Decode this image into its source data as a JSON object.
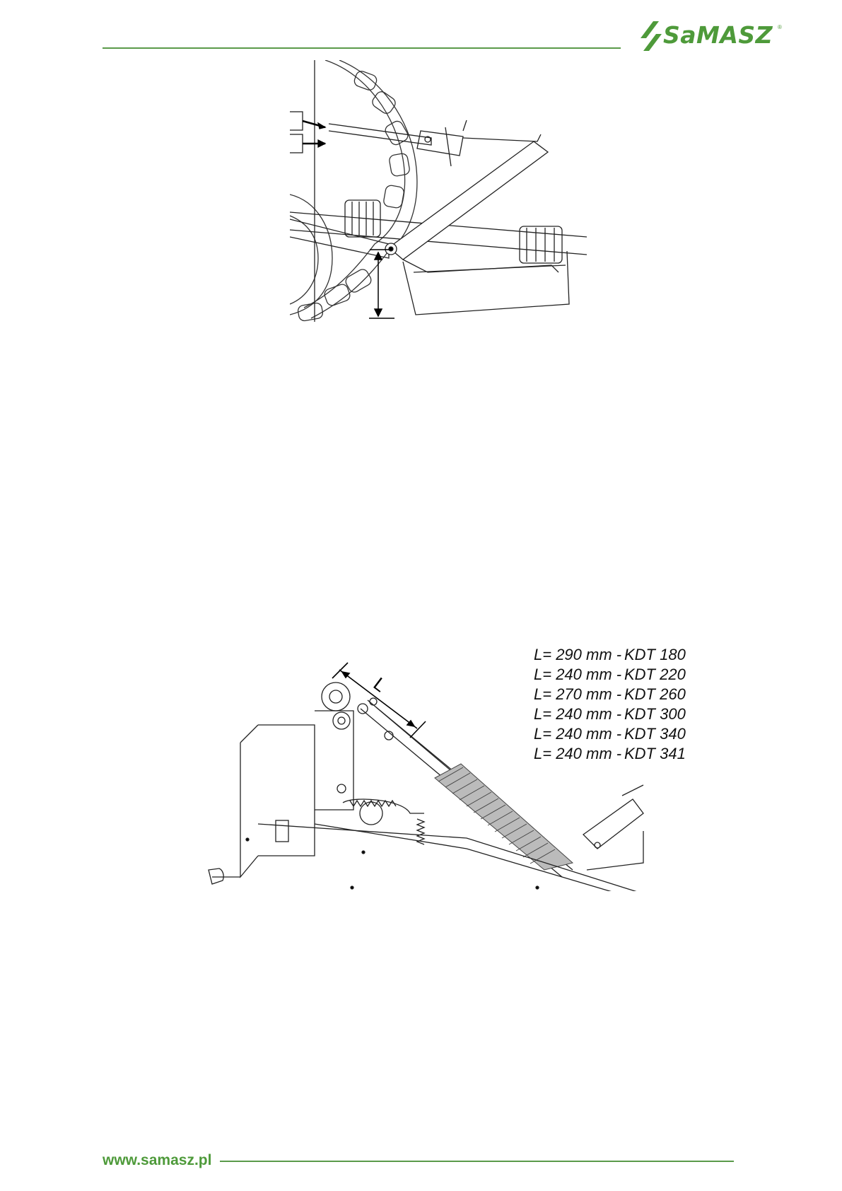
{
  "header": {
    "logo_text": "SaMASZ",
    "logo_reg": "®",
    "accent_color": "#4e9a3a"
  },
  "figure2": {
    "dimension_label": "L",
    "lengths": [
      {
        "length": "L= 290 mm -",
        "model": "KDT 180"
      },
      {
        "length": "L= 240 mm -",
        "model": "KDT 220"
      },
      {
        "length": "L= 270 mm -",
        "model": "KDT 260"
      },
      {
        "length": "L= 240 mm -",
        "model": "KDT 300"
      },
      {
        "length": "L= 240 mm -",
        "model": "KDT 340"
      },
      {
        "length": "L= 240 mm -",
        "model": "KDT 341"
      }
    ]
  },
  "footer": {
    "url": "www.samasz.pl"
  }
}
